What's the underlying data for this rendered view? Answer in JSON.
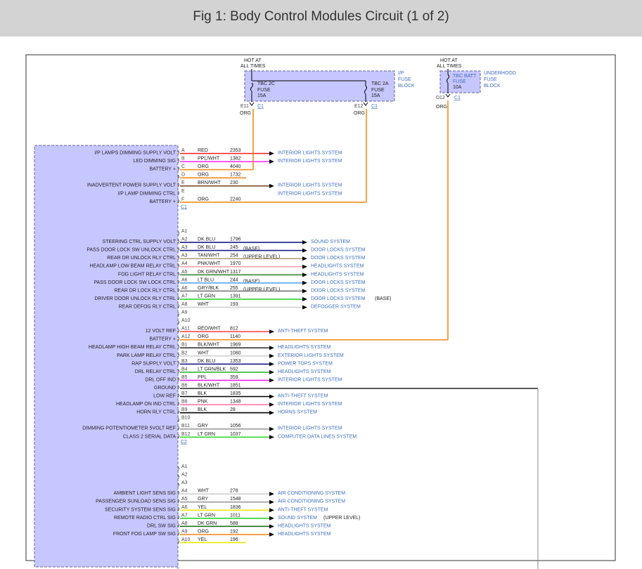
{
  "page": {
    "title": "Fig 1: Body Control Modules Circuit (1 of 2)"
  },
  "colors": {
    "RED": "#ff1a1a",
    "PPL/WHT": "#ff33ff",
    "ORG": "#f28c1e",
    "BRN/WHT": "#7a4a2a",
    "DK BLU": "#1a1a8c",
    "TAN/WHT": "#b8a07a",
    "PNK/WHT": "#ff9fb2",
    "DK GRN/WHT": "#2f7f2f",
    "LT BLU": "#58a8f0",
    "GRY/BLK": "#777777",
    "LT GRN": "#29d629",
    "WHT": "#cfcfcf",
    "RED/WHT": "#ff4d4d",
    "BLK/WHT": "#333333",
    "LT GRN/BLK": "#2fb82f",
    "PPL": "#ee22ee",
    "BLK": "#000000",
    "PNK": "#ff77aa",
    "GRY": "#9a9a9a",
    "YEL": "#e8e800",
    "DK GRN": "#1f6f1f",
    "module_fill": "#c7c7ff",
    "module_border": "#666699",
    "system_text": "#3f6fc0"
  },
  "fuses": [
    {
      "hot": [
        "HOT AT",
        "ALL TIMES"
      ],
      "fuse_label": [
        "TBC 2C",
        "FUSE",
        "15A"
      ],
      "fuse_label_2": [
        "TBC 2A",
        "FUSE",
        "15A"
      ],
      "block": [
        "I/P",
        "FUSE",
        "BLOCK"
      ],
      "pin_1": "E11",
      "conn_1": "C1",
      "wire_1": "ORG",
      "pin_2": "E12",
      "conn_2": "C1",
      "wire_2": "ORG"
    },
    {
      "hot": [
        "HOT AT",
        "ALL TIMES"
      ],
      "fuse_label": [
        "TBC BATT",
        "FUSE",
        "10A"
      ],
      "block": [
        "UNDERHOOD",
        "FUSE",
        "BLOCK"
      ],
      "pin_1": "D12",
      "conn_1": "C1",
      "wire_1": "ORG"
    }
  ],
  "sections": [
    {
      "connector": "C1",
      "rows": [
        {
          "label": "I/P LAMPS DIMMING SUPPLY VOLT",
          "pin": "A",
          "color": "RED",
          "circuit": "2353",
          "system": "INTERIOR LIGHTS SYSTEM",
          "arrow": true
        },
        {
          "label": "LED DIMMING SIG",
          "pin": "B",
          "color": "PPL/WHT",
          "circuit": "1382",
          "system": "INTERIOR LIGHTS SYSTEM",
          "arrow": true
        },
        {
          "label": "BATTERY +",
          "pin": "C",
          "color": "ORG",
          "circuit": "4040",
          "feed": 1
        },
        {
          "label": "",
          "pin": "D",
          "color": "ORG",
          "circuit": "1732"
        },
        {
          "label": "INADVERTENT POWER SUPPLY VOLT",
          "pin": "E",
          "color": "BRN/WHT",
          "circuit": "230",
          "system": "INTERIOR LIGHTS SYSTEM",
          "arrow": true
        },
        {
          "label": "I/P LAMP DIMMING CTRL",
          "pin": "E",
          "color": "BRN/WHT",
          "circuit": "230",
          "system": "INTERIOR LIGHTS SYSTEM",
          "arrow": true,
          "skip_wire": true
        },
        {
          "label": "BATTERY +",
          "pin": "F",
          "color": "ORG",
          "circuit": "2240",
          "feed": 2
        }
      ]
    },
    {
      "connector": "C2",
      "rows": [
        {
          "label": "",
          "pin": "A1"
        },
        {
          "label": "STEERING CTRL SUPPLY VOLT",
          "pin": "A2",
          "color": "DK BLU",
          "circuit": "1796",
          "system": "SOUND SYSTEM",
          "arrow": true,
          "wide": true
        },
        {
          "label": "PASS DOOR LOCK SW UNLOCK CTRL",
          "pin": "A3",
          "color": "DK BLU",
          "circuit": "245",
          "note": "(BASE)",
          "system": "DOOR LOCKS SYSTEM",
          "arrow": true,
          "wide": true
        },
        {
          "label": "REAR DR UNLOCK RLY CTRL",
          "pin": "A3",
          "color": "TAN/WHT",
          "circuit": "254",
          "note": "(UPPER LEVEL)",
          "system": "DOOR LOCKS SYSTEM",
          "arrow": true,
          "wide": true
        },
        {
          "label": "HEADLAMP LOW BEAM RELAY CTRL",
          "pin": "A4",
          "color": "PNK/WHT",
          "circuit": "1970",
          "system": "HEADLIGHTS SYSTEM",
          "arrow": true,
          "wide": true
        },
        {
          "label": "FOG LIGHT RELAY CTRL",
          "pin": "A5",
          "color": "DK GRN/WHT",
          "circuit": "1317",
          "system": "HEADLIGHTS SYSTEM",
          "arrow": true,
          "wide": true
        },
        {
          "label": "PASS DOOR LOCK SW LOCK CTRL",
          "pin": "A6",
          "color": "LT BLU",
          "circuit": "244",
          "note": "(BASE)",
          "system": "DOOR LOCKS SYSTEM",
          "arrow": true,
          "wide": true
        },
        {
          "label": "REAR DR LOCK RLY CTRL",
          "pin": "A6",
          "color": "GRY/BLK",
          "circuit": "255",
          "note": "(UPPER LEVEL)",
          "system": "DOOR LOCKS SYSTEM",
          "arrow": true,
          "wide": true
        },
        {
          "label": "DRIVER DOOR UNLOCK RLY CTRL",
          "pin": "A7",
          "color": "LT GRN",
          "circuit": "1391",
          "system": "DOOR LOCKS SYSTEM",
          "sys_note": "(BASE)",
          "arrow": true,
          "wide": true
        },
        {
          "label": "REAR DEFOG RLY CTRL",
          "pin": "A8",
          "color": "WHT",
          "circuit": "193",
          "system": "DEFOGGER SYSTEM",
          "arrow": true,
          "wide": true
        },
        {
          "label": "",
          "pin": "A9"
        },
        {
          "label": "",
          "pin": "A10"
        },
        {
          "label": "12 VOLT REF",
          "pin": "A11",
          "color": "RED/WHT",
          "circuit": "812",
          "system": "ANTI-THEFT SYSTEM",
          "arrow": true
        },
        {
          "label": "BATTERY +",
          "pin": "A12",
          "color": "ORG",
          "circuit": "1140",
          "feed": 3
        },
        {
          "label": "HEADLAMP HIGH BEAM RELAY CTRL",
          "pin": "B1",
          "color": "BLK/WHT",
          "circuit": "1969",
          "system": "HEADLIGHTS SYSTEM",
          "arrow": true
        },
        {
          "label": "PARK LAMP RELAY CTRL",
          "pin": "B2",
          "color": "WHT",
          "circuit": "1080",
          "system": "EXTERIOR LIGHTS SYSTEM",
          "arrow": true
        },
        {
          "label": "RAP SUPPLY VOLT",
          "pin": "B3",
          "color": "DK BLU",
          "circuit": "1353",
          "system": "POWER TOPS SYSTEM",
          "arrow": true
        },
        {
          "label": "DRL RELAY CTRL",
          "pin": "B4",
          "color": "LT GRN/BLK",
          "circuit": "592",
          "system": "HEADLIGHTS SYSTEM",
          "arrow": true
        },
        {
          "label": "DRL OFF IND",
          "pin": "B5",
          "color": "PPL",
          "circuit": "359",
          "system": "INTERIOR LIGHTS SYSTEM",
          "arrow": true
        },
        {
          "label": "GROUND",
          "pin": "B6",
          "color": "BLK/WHT",
          "circuit": "1851",
          "ground": true
        },
        {
          "label": "LOW REF",
          "pin": "B7",
          "color": "BLK",
          "circuit": "1835",
          "system": "ANTI-THEFT SYSTEM",
          "arrow": true
        },
        {
          "label": "HEADLAMP ON IND CTRL",
          "pin": "B8",
          "color": "PNK",
          "circuit": "1348",
          "system": "INTERIOR LIGHTS SYSTEM",
          "arrow": true
        },
        {
          "label": "HORN RLY CTRL",
          "pin": "B9",
          "color": "BLK",
          "circuit": "28",
          "system": "HORNS SYSTEM",
          "arrow": true
        },
        {
          "label": "",
          "pin": "B10"
        },
        {
          "label": "DIMMING POTENTIOMETER 5VOLT REF",
          "pin": "B11",
          "color": "GRY",
          "circuit": "1056",
          "system": "INTERIOR LIGHTS SYSTEM",
          "arrow": true
        },
        {
          "label": "CLASS 2 SERIAL DATA",
          "pin": "B12",
          "color": "LT GRN",
          "circuit": "1037",
          "system": "COMPUTER DATA LINES SYSTEM",
          "arrow": true
        }
      ]
    },
    {
      "connector": "",
      "rows": [
        {
          "label": "",
          "pin": "A1"
        },
        {
          "label": "",
          "pin": "A2"
        },
        {
          "label": "",
          "pin": "A3"
        },
        {
          "label": "AMBIENT LIGHT SENS SIG",
          "pin": "A4",
          "color": "WHT",
          "circuit": "278",
          "system": "AIR CONDITIONING SYSTEM",
          "arrow": true
        },
        {
          "label": "PASSENGER SUNLOAD SENS SIG",
          "pin": "A5",
          "color": "GRY",
          "circuit": "1548",
          "system": "AIR CONDITIONING SYSTEM",
          "arrow": true
        },
        {
          "label": "SECURITY SYSTEM SENS SIG",
          "pin": "A6",
          "color": "YEL",
          "circuit": "1836",
          "system": "ANTI-THEFT SYSTEM",
          "arrow": true
        },
        {
          "label": "REMOTE RADIO CTRL SIG",
          "pin": "A7",
          "color": "LT GRN",
          "circuit": "1011",
          "system": "SOUND SYSTEM",
          "sys_note": "(UPPER LEVEL)",
          "arrow": true
        },
        {
          "label": "DRL SW SIG",
          "pin": "A8",
          "color": "DK GRN",
          "circuit": "588",
          "system": "HEADLIGHTS SYSTEM",
          "arrow": true
        },
        {
          "label": "FRONT FOG LAMP SW SIG",
          "pin": "A9",
          "color": "ORG",
          "circuit": "192",
          "system": "HEADLIGHTS SYSTEM",
          "arrow": true
        },
        {
          "label": "",
          "pin": "A10",
          "color": "YEL",
          "circuit": "196"
        }
      ]
    }
  ]
}
